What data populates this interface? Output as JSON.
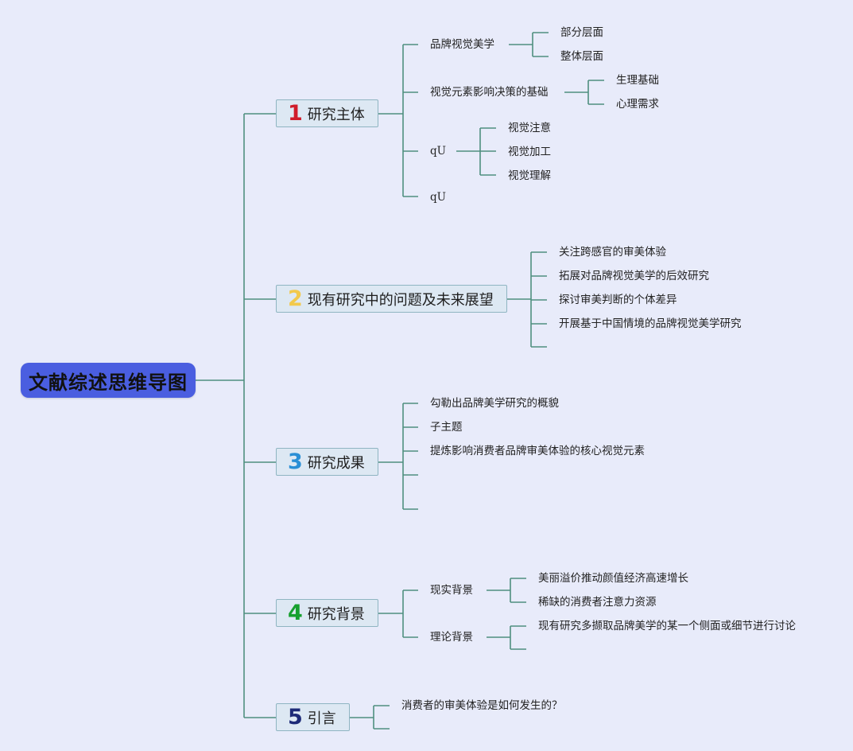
{
  "root": {
    "label": "文献综述思维导图"
  },
  "colors": {
    "background": "#e8ebfa",
    "root_fill": "#4a5ee0",
    "branch_fill": "#dde8f3",
    "branch_border": "#8fb5c2",
    "connector": "#4f8f7f"
  },
  "branches": [
    {
      "number": "1",
      "number_color": "#d01c2b",
      "label": "研究主体",
      "children": [
        {
          "label": "品牌视觉美学",
          "children": [
            {
              "label": "部分层面"
            },
            {
              "label": "整体层面"
            }
          ]
        },
        {
          "label": "视觉元素影响决策的基础",
          "children": [
            {
              "label": "生理基础"
            },
            {
              "label": "心理需求"
            }
          ]
        },
        {
          "label": "qU",
          "children": [
            {
              "label": "视觉注意"
            },
            {
              "label": "视觉加工"
            },
            {
              "label": "视觉理解"
            }
          ]
        },
        {
          "label": "qU"
        }
      ]
    },
    {
      "number": "2",
      "number_color": "#f2c94c",
      "label": "现有研究中的问题及未来展望",
      "children": [
        {
          "label": "关注跨感官的审美体验"
        },
        {
          "label": "拓展对品牌视觉美学的后效研究"
        },
        {
          "label": "探讨审美判断的个体差异"
        },
        {
          "label": "开展基于中国情境的品牌视觉美学研究"
        },
        {
          "label": ""
        }
      ]
    },
    {
      "number": "3",
      "number_color": "#2a8fd6",
      "label": "研究成果",
      "children": [
        {
          "label": "勾勒出品牌美学研究的概貌"
        },
        {
          "label": "子主题"
        },
        {
          "label": "提炼影响消费者品牌审美体验的核心视觉元素"
        },
        {
          "label": ""
        },
        {
          "label": ""
        }
      ]
    },
    {
      "number": "4",
      "number_color": "#16a02e",
      "label": "研究背景",
      "children": [
        {
          "label": "现实背景",
          "children": [
            {
              "label": "美丽溢价推动颜值经济高速增长"
            },
            {
              "label": "稀缺的消费者注意力资源"
            }
          ]
        },
        {
          "label": "理论背景",
          "children": [
            {
              "label": "现有研究多撷取品牌美学的某一个侧面或细节进行讨论"
            },
            {
              "label": ""
            }
          ]
        }
      ]
    },
    {
      "number": "5",
      "number_color": "#1d2a78",
      "label": "引言",
      "children": [
        {
          "label": "消费者的审美体验是如何发生的？"
        },
        {
          "label": ""
        }
      ]
    }
  ]
}
